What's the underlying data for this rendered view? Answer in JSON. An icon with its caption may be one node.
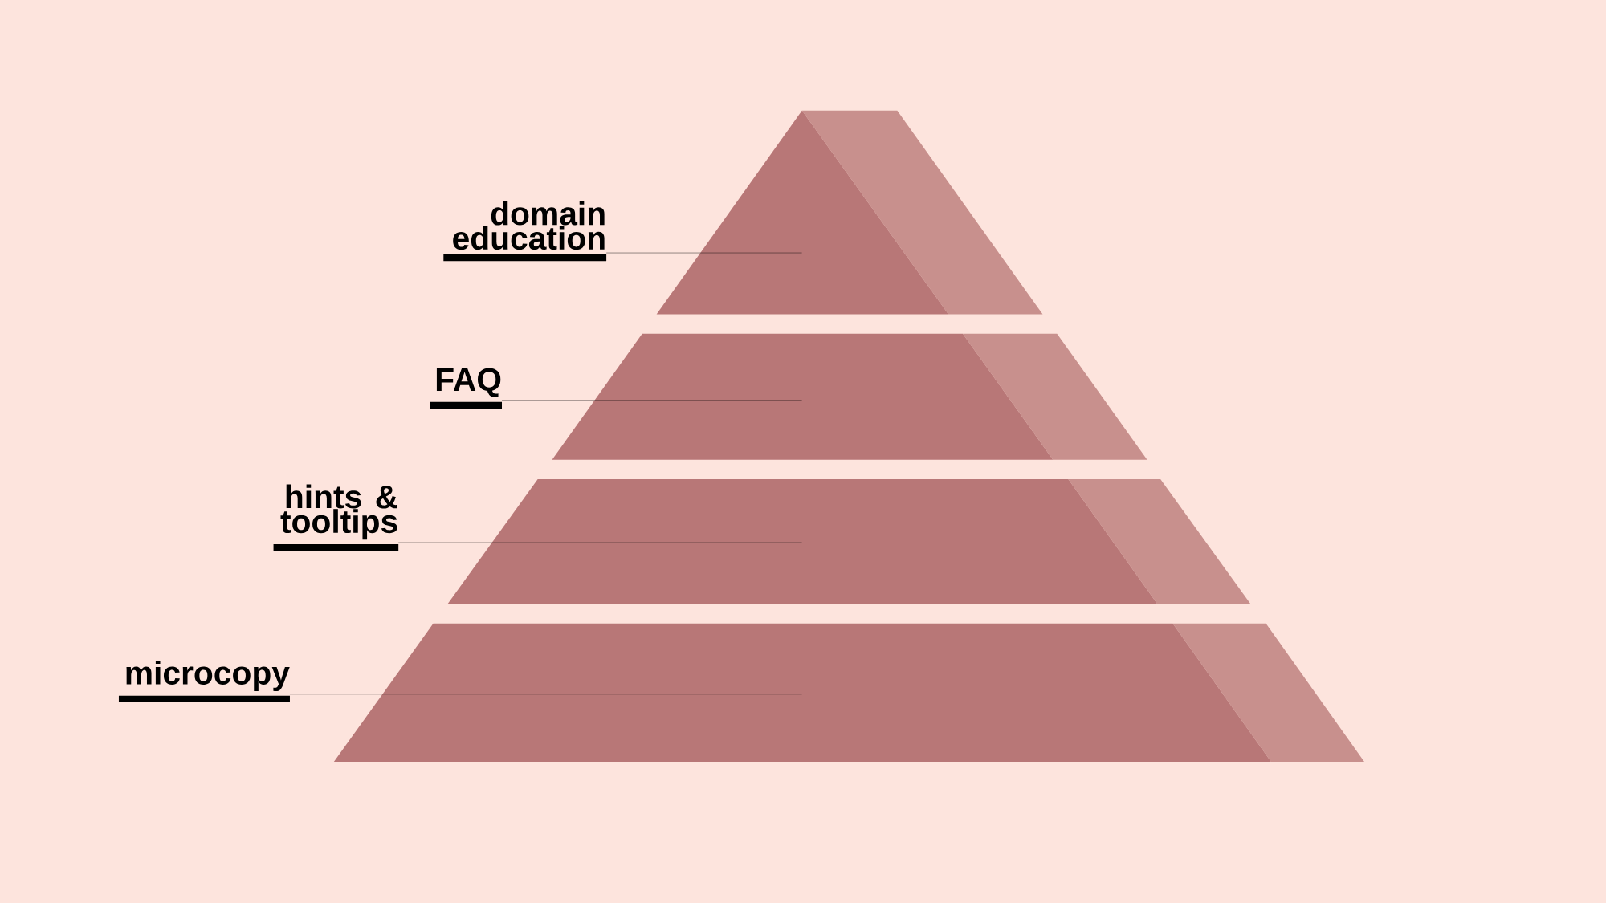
{
  "diagram": {
    "nodes": [
      {
        "text": [
          "domain education"
        ]
      },
      {
        "text": [
          "FAQ"
        ]
      },
      {
        "text": [
          "hints & tooltips"
        ]
      },
      {
        "text": [
          "microcopy"
        ]
      },
      {
        "text": [],
        "shape": "trapezoid"
      },
      {
        "text": [],
        "shape": "trapezoid"
      },
      {
        "text": [],
        "shape": "trapezoid"
      },
      {
        "text": [],
        "shape": "trapezoid"
      }
    ],
    "edges": [
      {
        "from": 0,
        "to": 4,
        "arrow": "none"
      },
      {
        "from": 1,
        "to": 5,
        "arrow": "none"
      },
      {
        "from": 2,
        "to": 6,
        "arrow": "none"
      },
      {
        "from": 3,
        "to": 7,
        "arrow": "none"
      }
    ]
  }
}
